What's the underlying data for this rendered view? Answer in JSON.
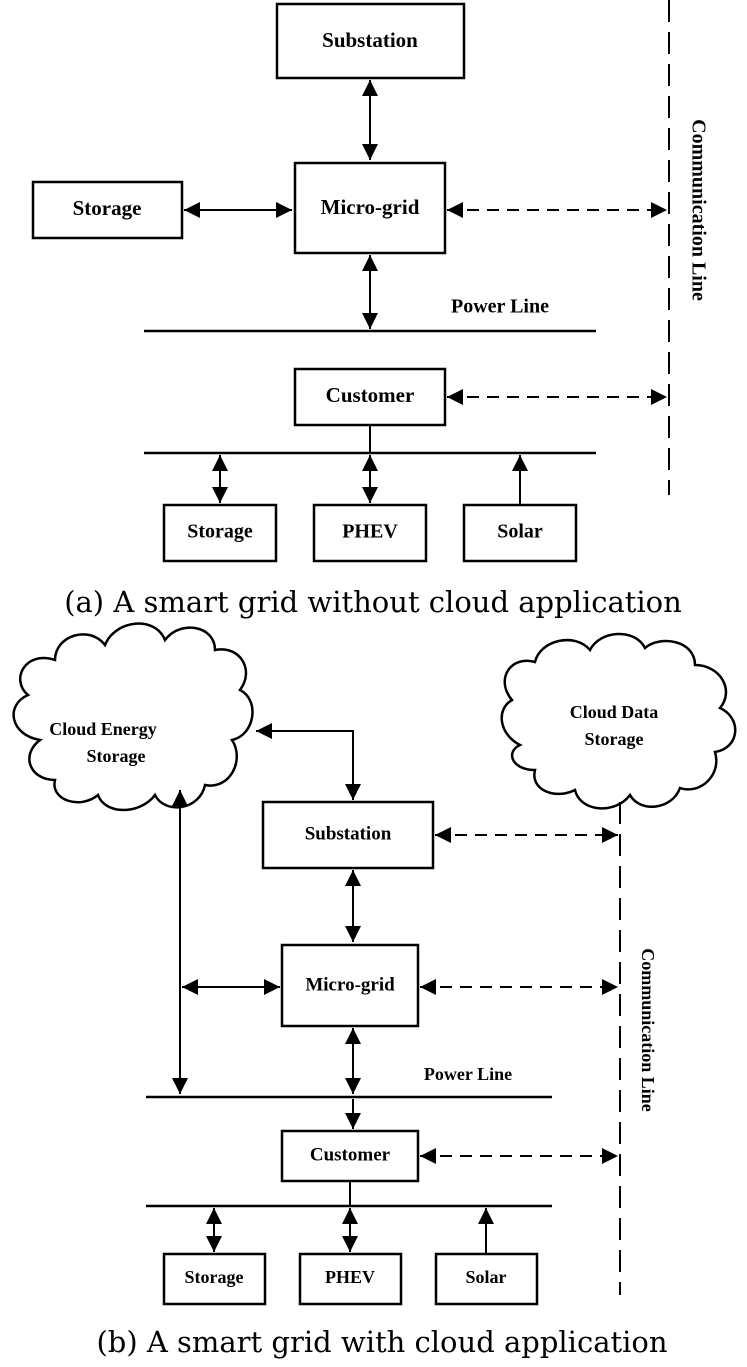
{
  "panel_a": {
    "caption": "(a) A smart grid without cloud application",
    "nodes": {
      "substation": "Substation",
      "storage": "Storage",
      "microgrid": "Micro-grid",
      "customer": "Customer",
      "storage_small": "Storage",
      "phev": "PHEV",
      "solar": "Solar"
    },
    "power_line_label": "Power Line",
    "communication_line_label": "Communication Line"
  },
  "panel_b": {
    "caption": "(b) A smart grid with cloud application",
    "nodes": {
      "cloud_energy": "Cloud Energy Storage",
      "cloud_energy_l1": "Cloud Energy",
      "cloud_energy_l2": "Storage",
      "cloud_data_l1": "Cloud Data",
      "cloud_data_l2": "Storage",
      "substation": "Substation",
      "microgrid": "Micro-grid",
      "customer": "Customer",
      "storage_small": "Storage",
      "phev": "PHEV",
      "solar": "Solar"
    },
    "power_line_label": "Power Line",
    "communication_line_label": "Communication Line"
  }
}
